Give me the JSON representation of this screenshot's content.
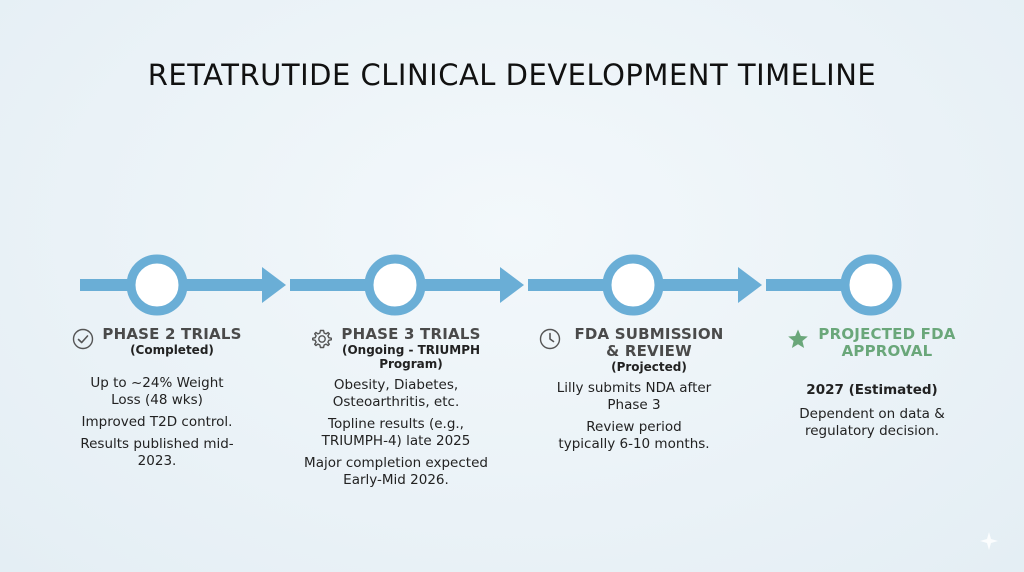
{
  "title": "RETATRUTIDE CLINICAL DEVELOPMENT TIMELINE",
  "colors": {
    "timeline_blue": "#6aaed6",
    "approval_green": "#6aa77a",
    "circle_fill": "#ffffff"
  },
  "phases": [
    {
      "icon": "check-circle-icon",
      "title": "PHASE 2 TRIALS",
      "subtitle": "(Completed)",
      "items": [
        "Up to ~24% Weight Loss (48 wks)",
        "Improved T2D control.",
        "Results published mid-2023."
      ]
    },
    {
      "icon": "gear-icon",
      "title": "PHASE 3 TRIALS",
      "subtitle": "(Ongoing - TRIUMPH Program)",
      "items": [
        "Obesity, Diabetes, Osteoarthritis, etc.",
        "Topline results (e.g., TRIUMPH-4) late 2025",
        "Major completion expected Early-Mid 2026."
      ]
    },
    {
      "icon": "clock-icon",
      "title": "FDA SUBMISSION & REVIEW",
      "subtitle": "(Projected)",
      "items": [
        "Lilly submits NDA after Phase 3",
        "Review period typically 6-10 months."
      ]
    },
    {
      "icon": "star-icon",
      "title": "PROJECTED FDA APPROVAL",
      "subtitle": "",
      "highlight": "2027 (Estimated)",
      "items": [
        "Dependent on data & regulatory decision."
      ]
    }
  ]
}
